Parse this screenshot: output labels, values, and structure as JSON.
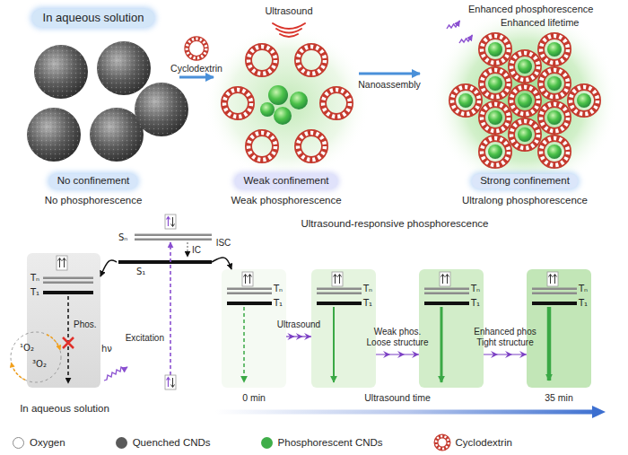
{
  "diagram": {
    "nodes": [
      {
        "text": [
          "In aqueous solution",
          "No confinement",
          "No phosphorescence"
        ]
      },
      {
        "text": [
          "Weak confinement",
          "Weak phosphorescence"
        ]
      },
      {
        "text": [
          "Strong confinement",
          "Ultralong phosphorescence"
        ]
      },
      {
        "text": [
          "Tₙ",
          "T₁",
          "Phos."
        ]
      },
      {
        "text": [
          "Sₙ",
          "S₁",
          "IC"
        ]
      },
      {
        "text": [
          "Tₙ",
          "T₁"
        ]
      },
      {
        "text": [
          "Tₙ",
          "T₁"
        ]
      },
      {
        "text": [
          "Tₙ",
          "T₁"
        ]
      },
      {
        "text": [
          "Tₙ",
          "T₁"
        ]
      }
    ],
    "edges": [
      {
        "from": 0,
        "to": 1,
        "arrow": "to",
        "label": "Cyclodextrin"
      },
      {
        "from": 1,
        "to": 2,
        "arrow": "to",
        "label": "Nanoassembly"
      },
      {
        "from": 4,
        "to": 3,
        "arrow": "to"
      },
      {
        "from": 4,
        "to": 5,
        "arrow": "to",
        "label": "ISC"
      },
      {
        "from": 5,
        "to": 6,
        "arrow": "to",
        "label": "Ultrasound"
      },
      {
        "from": 6,
        "to": 7,
        "arrow": "to",
        "label": "Weak phos. Loose structure"
      },
      {
        "from": 7,
        "to": 8,
        "arrow": "to",
        "label": "Enhanced phos Tight structure"
      }
    ],
    "labels": [
      "Ultrasound",
      "Enhanced phosphorescence",
      "Enhanced lifetime",
      "Ultrasound-responsive phosphorescence",
      "¹O₂",
      "³O₂",
      "hν",
      "Excitation",
      "In aqueous solution",
      "0 min",
      "Ultrasound time",
      "35 min"
    ],
    "legend": [
      {
        "text": "Oxygen"
      },
      {
        "text": "Quenched CNDs",
        "color": "#5a5a5a"
      },
      {
        "text": "Phosphorescent CNDs",
        "color": "#3fae49"
      },
      {
        "text": "Cyclodextrin"
      }
    ]
  }
}
